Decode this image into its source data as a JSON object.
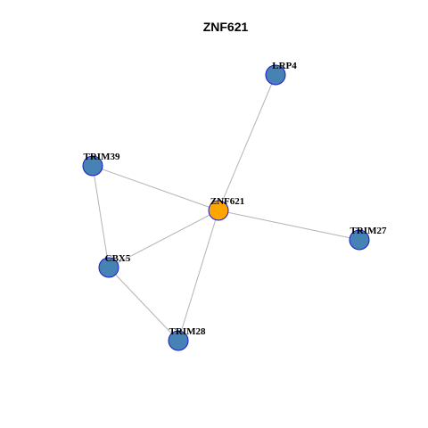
{
  "title": "ZNF621",
  "colors": {
    "center_node": "#FFA500",
    "node": "#4682B4",
    "node_border": "#1a1acc",
    "edge": "#b3b3b3"
  },
  "nodes": [
    {
      "id": "ZNF621",
      "label": "ZNF621",
      "role": "center"
    },
    {
      "id": "LRP4",
      "label": "LRP4",
      "role": "neighbor"
    },
    {
      "id": "TRIM39",
      "label": "TRIM39",
      "role": "neighbor"
    },
    {
      "id": "TRIM27",
      "label": "TRIM27",
      "role": "neighbor"
    },
    {
      "id": "CBX5",
      "label": "CBX5",
      "role": "neighbor"
    },
    {
      "id": "TRIM28",
      "label": "TRIM28",
      "role": "neighbor"
    }
  ],
  "edges": [
    {
      "source": "ZNF621",
      "target": "LRP4"
    },
    {
      "source": "ZNF621",
      "target": "TRIM39"
    },
    {
      "source": "ZNF621",
      "target": "TRIM27"
    },
    {
      "source": "ZNF621",
      "target": "CBX5"
    },
    {
      "source": "ZNF621",
      "target": "TRIM28"
    },
    {
      "source": "TRIM39",
      "target": "CBX5"
    },
    {
      "source": "CBX5",
      "target": "TRIM28"
    }
  ]
}
